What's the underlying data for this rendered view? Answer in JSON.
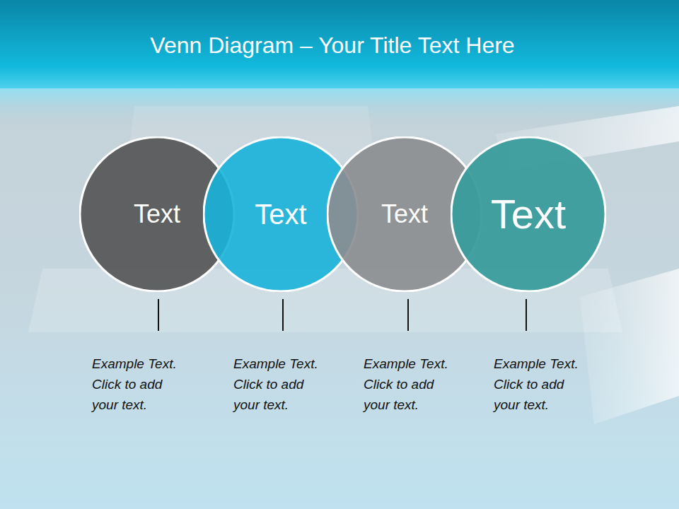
{
  "diagram": {
    "title": "Venn Diagram – Your Title Text Here",
    "nodes": [
      {
        "text": [
          "Text",
          "Example Text. Click to add your text."
        ]
      },
      {
        "text": [
          "Text",
          "Example Text. Click to add your text."
        ]
      },
      {
        "text": [
          "Text",
          "Example Text. Click to add your text."
        ]
      },
      {
        "text": [
          "Text",
          "Example Text. Click to add your text."
        ]
      }
    ]
  }
}
